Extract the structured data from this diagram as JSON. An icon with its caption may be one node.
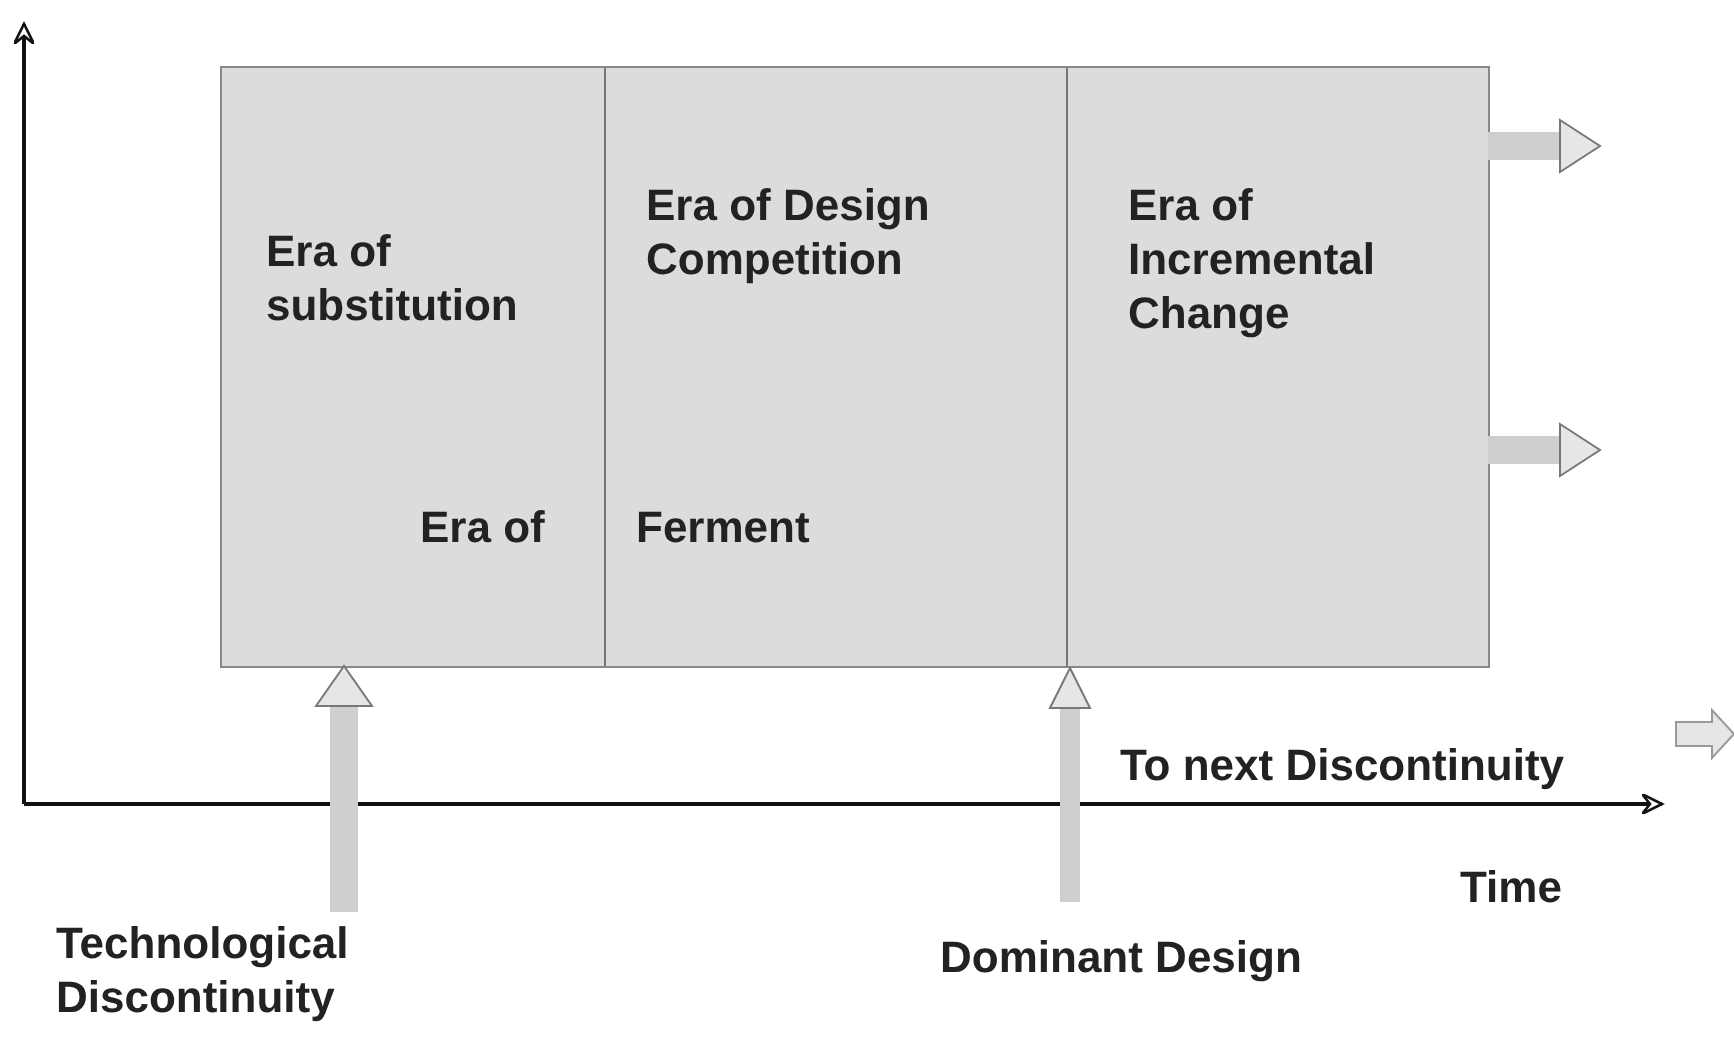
{
  "diagram": {
    "nodes": [
      {
        "text": [],
        "shape": "box"
      },
      {
        "text": [
          "Era of substitution"
        ],
        "in": 0
      },
      {
        "text": [
          "Era of Design Competition"
        ],
        "in": 0
      },
      {
        "text": [
          "Era of Incremental Change"
        ],
        "in": 0
      },
      {
        "text": [
          "Technological Discontinuity"
        ]
      },
      {
        "text": [
          "Dominant Design"
        ]
      }
    ],
    "edges": [
      {
        "from": 4,
        "to": 1,
        "arrow": "to"
      },
      {
        "from": 5,
        "to": 0,
        "arrow": "to"
      },
      {
        "from": 0,
        "to": null,
        "arrow": "to"
      },
      {
        "from": 0,
        "to": null,
        "arrow": "to"
      }
    ],
    "labels": [
      "Era of",
      "Ferment",
      "To next Discontinuity",
      "Time"
    ]
  }
}
